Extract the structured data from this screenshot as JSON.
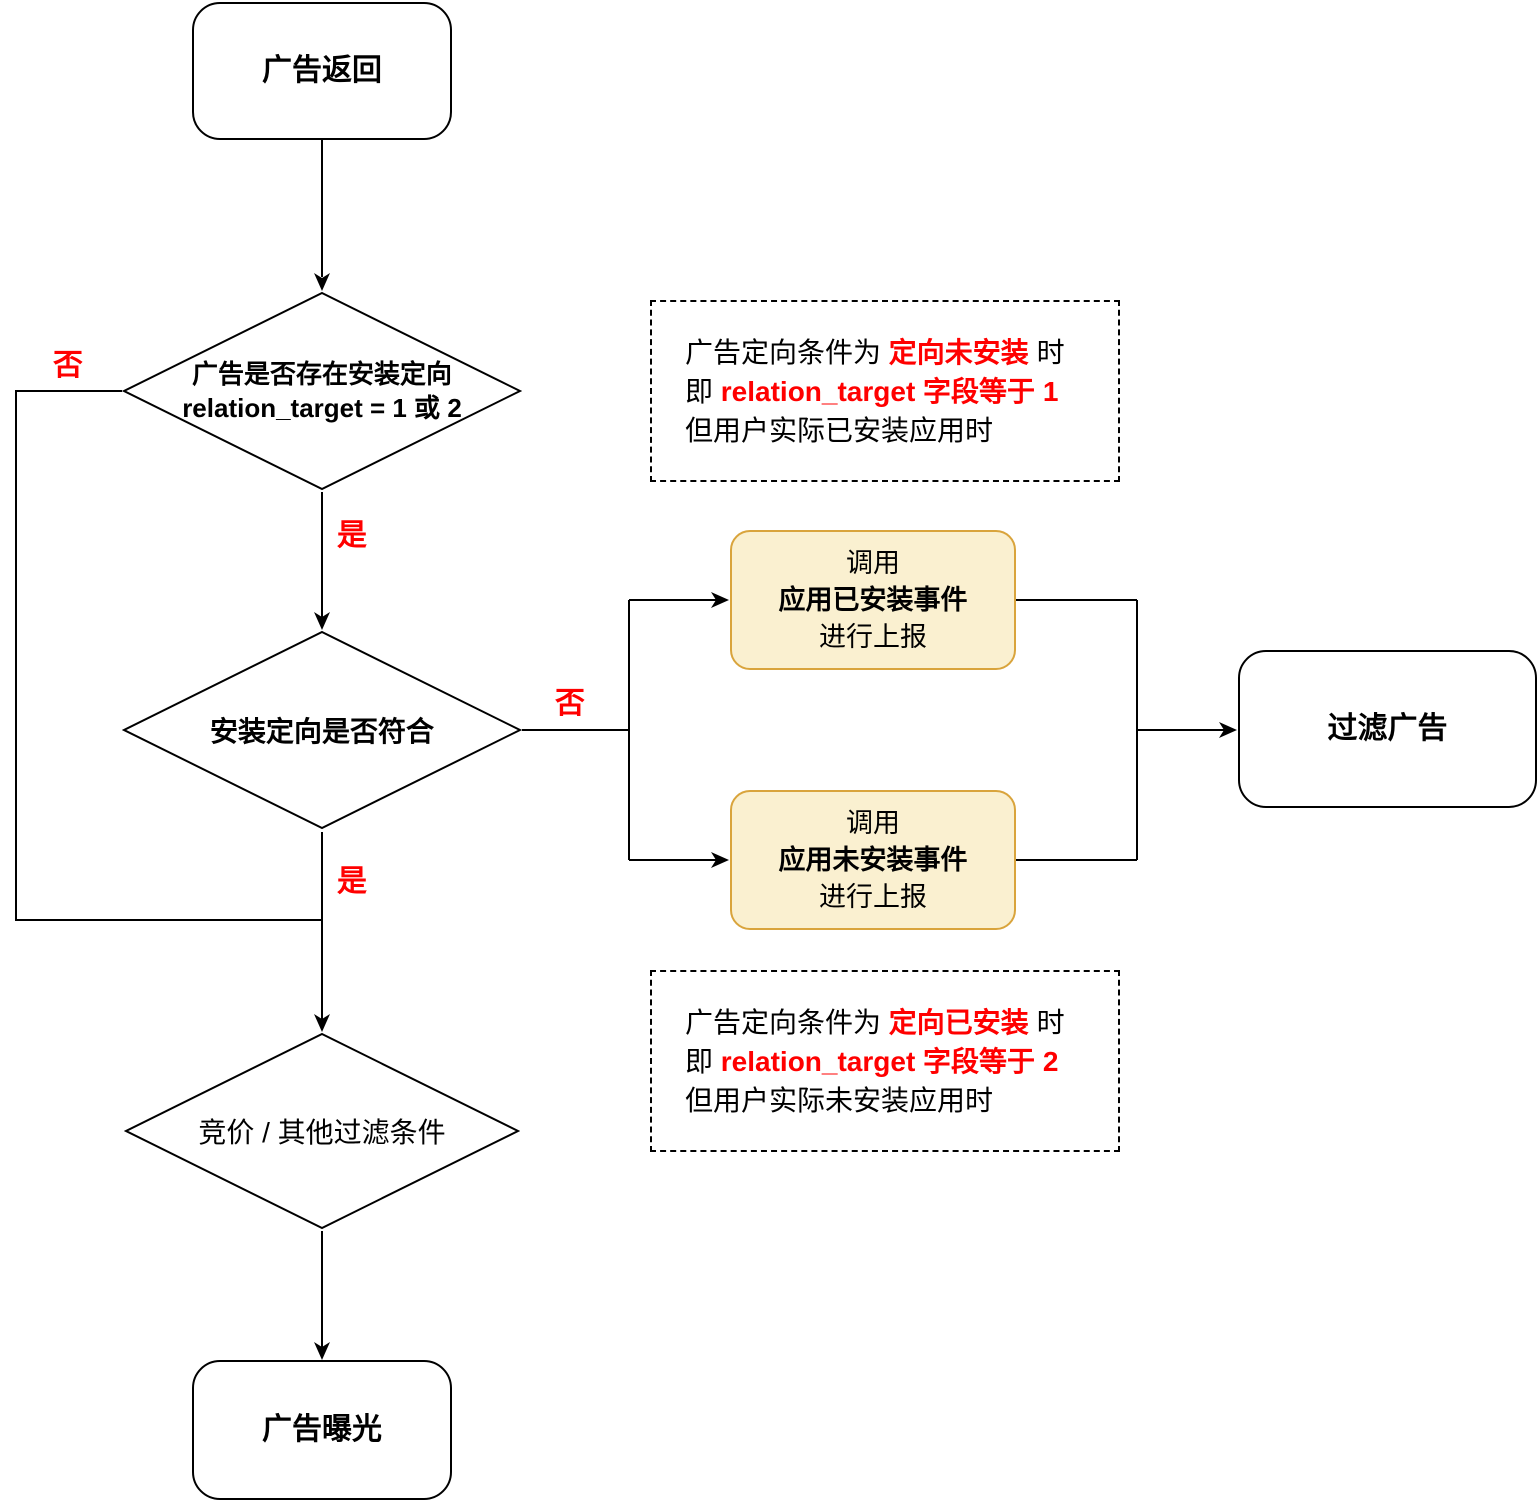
{
  "nodes": {
    "start": {
      "label": "广告返回"
    },
    "decision_install_targeting": {
      "line1": "广告是否存在安装定向",
      "line2": "relation_target = 1 或 2"
    },
    "decision_targeting_match": {
      "label": "安装定向是否符合"
    },
    "decision_bidding_filter": {
      "label": "竞价 / 其他过滤条件"
    },
    "report_installed_event": {
      "line1": "调用",
      "line2": "应用已安装事件",
      "line3": "进行上报"
    },
    "report_not_installed_event": {
      "line1": "调用",
      "line2": "应用未安装事件",
      "line3": "进行上报"
    },
    "filter_ad": {
      "label": "过滤广告"
    },
    "ad_exposure": {
      "label": "广告曝光"
    }
  },
  "edge_labels": {
    "d1_no": "否",
    "d1_yes": "是",
    "d2_no": "否",
    "d2_yes": "是"
  },
  "notes": {
    "targeting_not_installed": {
      "l1_prefix": "广告定向条件为 ",
      "l1_red": "定向未安装",
      "l1_suffix": " 时",
      "l2_prefix": "即 ",
      "l2_red": "relation_target 字段等于 1",
      "l3": "但用户实际已安装应用时"
    },
    "targeting_installed": {
      "l1_prefix": "广告定向条件为 ",
      "l1_red": "定向已安装",
      "l1_suffix": " 时",
      "l2_prefix": "即 ",
      "l2_red": "relation_target 字段等于 2",
      "l3": "但用户实际未安装应用时"
    }
  },
  "colors": {
    "line_black": "#000000",
    "highlight_red": "#FF0000",
    "event_box_fill": "#FAF0D0",
    "event_box_border": "#D9A43C",
    "shape_fill": "#FFFFFF"
  }
}
